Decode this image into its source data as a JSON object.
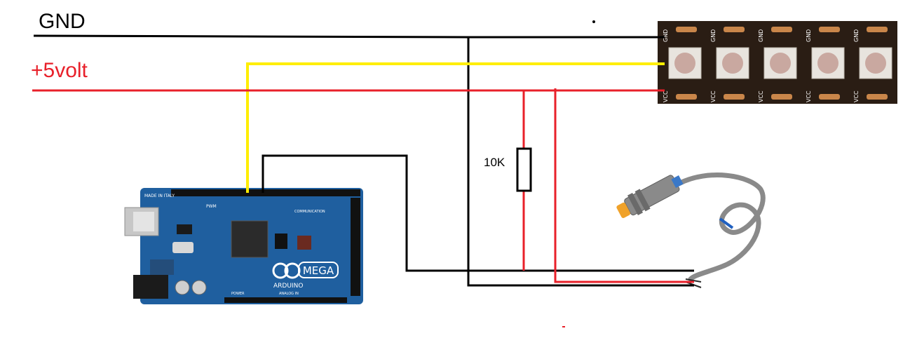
{
  "labels": {
    "gnd": "GND",
    "vcc": "+5volt",
    "resistor": "10K"
  },
  "arduino": {
    "logo": "MEGA",
    "brand": "ARDUINO",
    "silk_origin": "MADE IN ITALY",
    "silk_pwm": "PWM",
    "silk_comm": "COMMUNICATION",
    "silk_power": "POWER",
    "silk_analog": "ANALOG IN"
  },
  "strip": {
    "pin_top": "GND",
    "pin_bottom": "VCC",
    "led_count": 5
  },
  "colors": {
    "gnd_wire": "#000000",
    "vcc_wire": "#e8202a",
    "data_wire": "#ffee00",
    "board": "#1f5f9f",
    "strip_pcb": "#2a1d14",
    "sensor_body": "#8a8a8a",
    "sensor_tip": "#f0a22a"
  }
}
